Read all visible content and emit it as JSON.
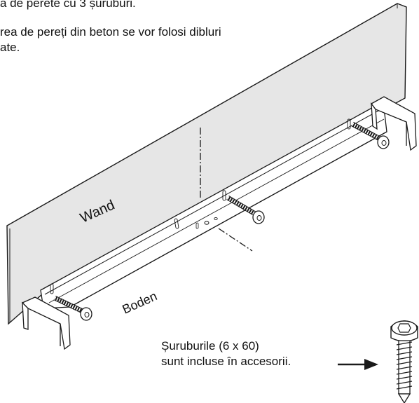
{
  "instructions": {
    "line1": "a de perete cu 3 șuruburi.",
    "line2": "rea de pereți din beton se vor folosi dibluri",
    "line3": "ate."
  },
  "diagram": {
    "wall_label": "Wand",
    "floor_label": "Boden",
    "wall_fill": "#e6e6e6",
    "stroke": "#1a1a1a",
    "screw_count": 3
  },
  "callout": {
    "line1": "Șuruburile (6 x 60)",
    "line2": "sunt incluse în accesorii."
  },
  "icons": {
    "screw": "screw-icon",
    "arrow": "arrow-right-icon"
  }
}
